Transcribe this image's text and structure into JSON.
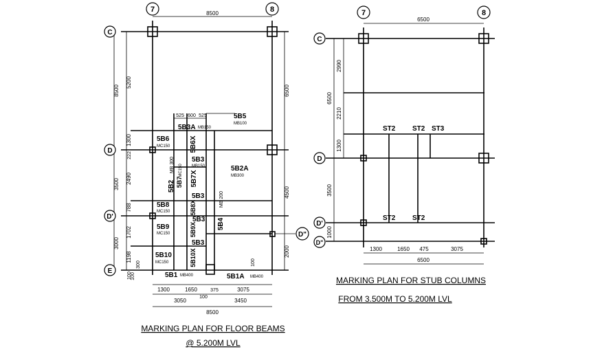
{
  "floor_plan": {
    "title": "MARKING PLAN FOR FLOOR BEAMS",
    "subtitle": "@ 5.200M LVL",
    "grid_cols": [
      "7",
      "8"
    ],
    "grid_rows": [
      "C",
      "D",
      "D'",
      "E"
    ],
    "grid_extra": "D\"",
    "dims_top": [
      "8500"
    ],
    "dims_left_outer": [
      "8500",
      "3500",
      "3000"
    ],
    "dims_left_inner": [
      "5200",
      "1300",
      "222",
      "2490",
      "788",
      "1702",
      "1198",
      "300",
      "100"
    ],
    "dims_right": [
      "6500",
      "4500",
      "2000"
    ],
    "dims_beam_top": [
      "525",
      "600",
      "525"
    ],
    "dims_bottom_1": [
      "1300",
      "1650",
      "375",
      "3075"
    ],
    "dims_bottom_2": [
      "3050",
      "100",
      "3450"
    ],
    "dims_bottom_total": "8500",
    "dims_misc": [
      "100",
      "100"
    ],
    "beams": [
      {
        "mark": "5B5",
        "size": "MB100"
      },
      {
        "mark": "5B3A",
        "size": "MB150"
      },
      {
        "mark": "5B6",
        "size": "MC150"
      },
      {
        "mark": "5B6X",
        "size": ""
      },
      {
        "mark": "5B3",
        "size": "MB150"
      },
      {
        "mark": "5B2A",
        "size": "MB300"
      },
      {
        "mark": "5B2",
        "size": "MB 300"
      },
      {
        "mark": "5B7",
        "size": "MC150"
      },
      {
        "mark": "5B7X",
        "size": ""
      },
      {
        "mark": "5B3",
        "size": ""
      },
      {
        "mark": "5B8",
        "size": "MC150"
      },
      {
        "mark": "5B9",
        "size": "MC150"
      },
      {
        "mark": "5B8X",
        "size": ""
      },
      {
        "mark": "5B3",
        "size": ""
      },
      {
        "mark": "5B4",
        "size": "MB 200"
      },
      {
        "mark": "5B9X",
        "size": ""
      },
      {
        "mark": "5B3",
        "size": ""
      },
      {
        "mark": "5B10",
        "size": "MC150"
      },
      {
        "mark": "5B10X",
        "size": ""
      },
      {
        "mark": "5B1",
        "size": "MB400"
      },
      {
        "mark": "5B1A",
        "size": "MB400"
      }
    ]
  },
  "stub_plan": {
    "title_line1": "MARKING PLAN FOR STUB COLUMNS",
    "title_line2": "FROM 3.500M TO 5.200M LVL",
    "grid_cols": [
      "7",
      "8"
    ],
    "grid_rows": [
      "C",
      "D",
      "D'",
      "D\""
    ],
    "dims_top": [
      "6500"
    ],
    "dims_left_outer": [
      "6500",
      "3500",
      "1000"
    ],
    "dims_left_inner": [
      "2990",
      "2210",
      "1300"
    ],
    "dims_bottom": [
      "1300",
      "1650",
      "475",
      "3075"
    ],
    "dims_bottom_total": "6500",
    "stubs": [
      "ST2",
      "ST2",
      "ST3",
      "ST2",
      "ST2"
    ]
  }
}
